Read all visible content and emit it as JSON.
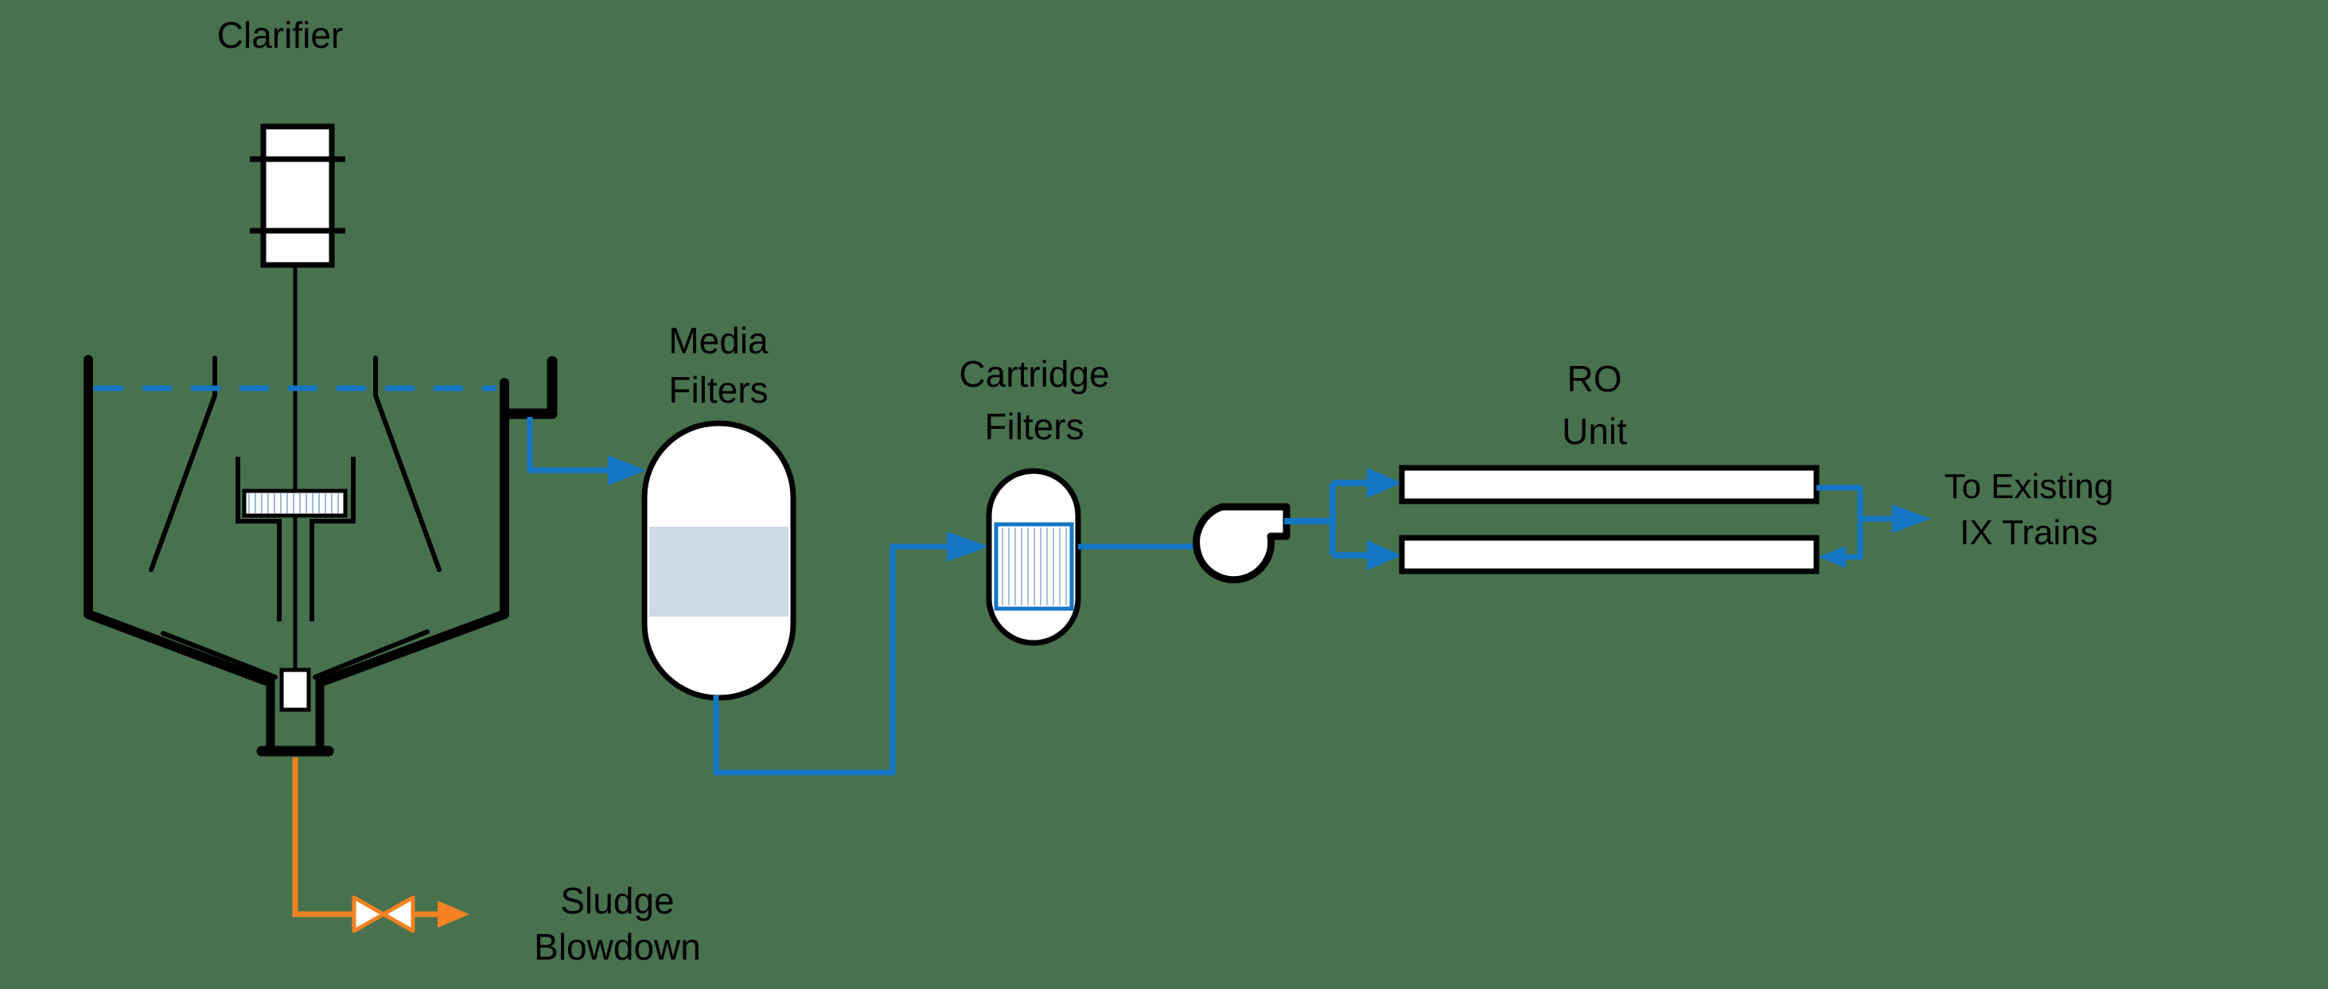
{
  "diagram_type": "water-treatment-process-flow-diagram",
  "background_color": "#48714D",
  "colors": {
    "line_black": "#000000",
    "process_water_blue": "#1375C4",
    "sludge_orange": "#F58220",
    "media_bed_fill": "#CEDAE8",
    "hatch_light_blue": "#9DB9DA",
    "vessel_fill": "#FFFFFF",
    "text_color": "#000000"
  },
  "labels": {
    "clarifier": "Clarifier",
    "media_filters_line1": "Media",
    "media_filters_line2": "Filters",
    "cartridge_filters_line1": "Cartridge",
    "cartridge_filters_line2": "Filters",
    "ro_unit_line1": "RO",
    "ro_unit_line2": "Unit",
    "destination_line1": "To Existing",
    "destination_line2": "IX Trains",
    "sludge_line1": "Sludge",
    "sludge_line2": "Blowdown"
  },
  "equipment": [
    {
      "id": "clarifier",
      "label": "Clarifier",
      "icon": "clarifier-tank-icon"
    },
    {
      "id": "media-filters",
      "label": "Media Filters",
      "icon": "filter-vessel-icon"
    },
    {
      "id": "cartridge-filters",
      "label": "Cartridge Filters",
      "icon": "cartridge-vessel-icon"
    },
    {
      "id": "feed-pump",
      "label": "",
      "icon": "centrifugal-pump-icon"
    },
    {
      "id": "ro-unit",
      "label": "RO Unit",
      "icon": "membrane-vessel-icon"
    }
  ],
  "streams": [
    {
      "id": "clarified-water",
      "from": "clarifier",
      "to": "media-filters",
      "color": "#1375C4"
    },
    {
      "id": "filtered-water",
      "from": "media-filters",
      "to": "cartridge-filters",
      "color": "#1375C4"
    },
    {
      "id": "pump-suction",
      "from": "cartridge-filters",
      "to": "feed-pump",
      "color": "#1375C4"
    },
    {
      "id": "ro-feed",
      "from": "feed-pump",
      "to": "ro-unit",
      "color": "#1375C4"
    },
    {
      "id": "product-water",
      "from": "ro-unit",
      "to": "existing-ix-trains",
      "label": "To Existing IX Trains",
      "color": "#1375C4"
    },
    {
      "id": "sludge-blowdown",
      "from": "clarifier",
      "to": "sludge-valve",
      "label": "Sludge Blowdown",
      "color": "#F58220"
    }
  ]
}
